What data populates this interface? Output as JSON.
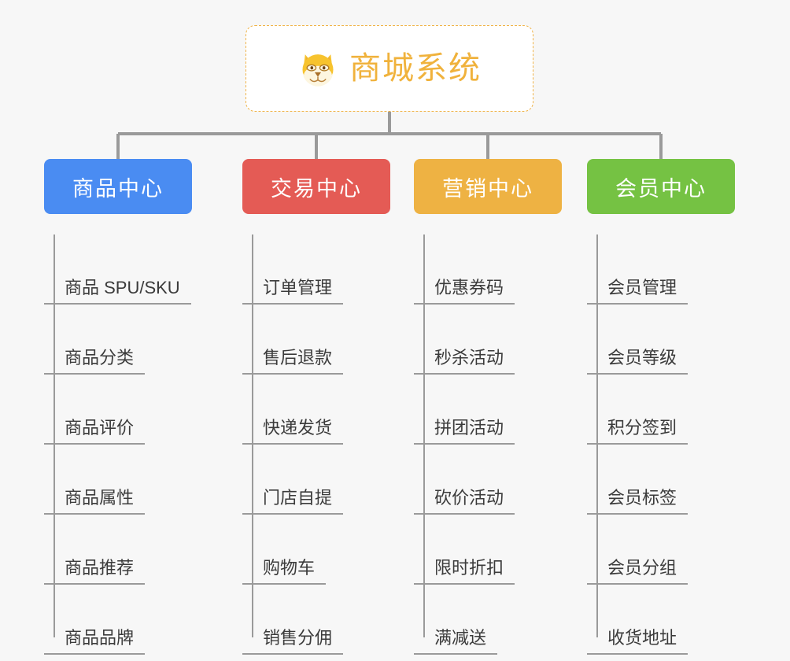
{
  "page": {
    "background_color": "#f7f7f7",
    "diagram_type": "org-chart-mindmap"
  },
  "root": {
    "title": "商城系统",
    "icon": "shiba-dog-face-icon",
    "text_color": "#f0b23c",
    "border_color": "#f0b44a",
    "background_color": "#ffffff"
  },
  "connector": {
    "color": "#9a9a9a"
  },
  "columns": [
    {
      "id": "product-center",
      "label": "商品中心",
      "color": "#4a8cf2",
      "items": [
        "商品 SPU/SKU",
        "商品分类",
        "商品评价",
        "商品属性",
        "商品推荐",
        "商品品牌"
      ]
    },
    {
      "id": "trade-center",
      "label": "交易中心",
      "color": "#e45b55",
      "items": [
        "订单管理",
        "售后退款",
        "快递发货",
        "门店自提",
        "购物车",
        "销售分佣"
      ]
    },
    {
      "id": "marketing-center",
      "label": "营销中心",
      "color": "#eeb243",
      "items": [
        "优惠券码",
        "秒杀活动",
        "拼团活动",
        "砍价活动",
        "限时折扣",
        "满减送"
      ]
    },
    {
      "id": "member-center",
      "label": "会员中心",
      "color": "#75c243",
      "items": [
        "会员管理",
        "会员等级",
        "积分签到",
        "会员标签",
        "会员分组",
        "收货地址"
      ]
    }
  ]
}
